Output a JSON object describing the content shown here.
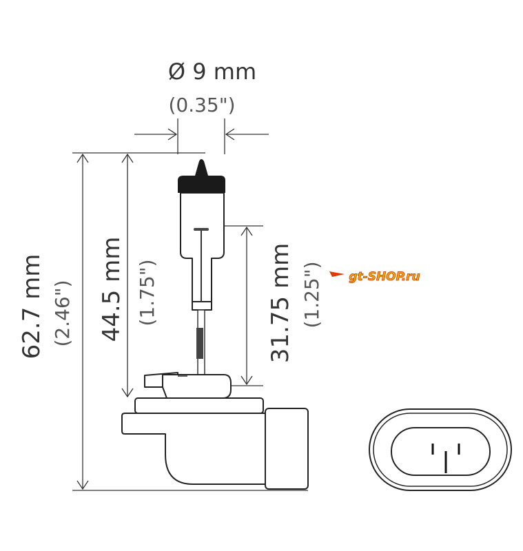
{
  "diameter": {
    "metric": "Ø 9 mm",
    "imperial": "(0.35\")"
  },
  "overall_length": {
    "metric": "62.7  mm",
    "imperial": "(2.46\")"
  },
  "light_center_length": {
    "metric": "44.5 mm",
    "imperial": "(1.75\")"
  },
  "filament_height": {
    "metric": "31.75 mm",
    "imperial": "(1.25\")"
  },
  "watermark": "gt-SHOP.ru",
  "colors": {
    "line": "#333333",
    "cap": "#1a1a1a",
    "watermark_fill": "#f7a600",
    "watermark_edge": "#e03a00"
  }
}
